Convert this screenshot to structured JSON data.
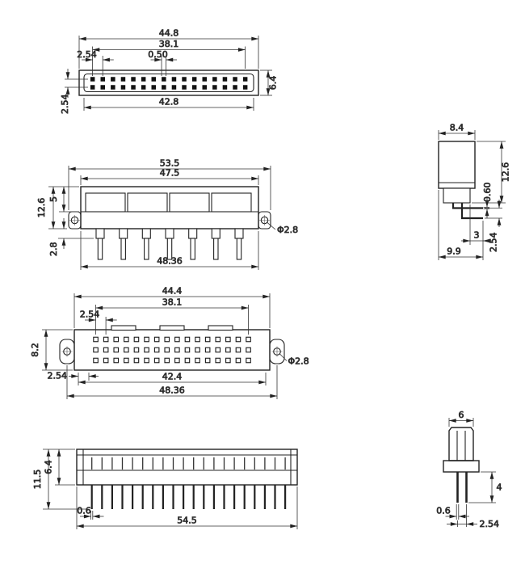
{
  "drawing": {
    "background": "#ffffff",
    "line_color": "#222222",
    "views": {
      "v1": {
        "label": "receptacle-top-view-2-row",
        "dims": {
          "overall": "44.8",
          "span": "38.1",
          "pitch": "2.54",
          "hole": "0.50",
          "row_pitch": "2.54",
          "height": "6.4",
          "opening": "42.8"
        }
      },
      "v2": {
        "label": "right-angle-front-view",
        "dims": {
          "overall": "53.5",
          "body": "47.5",
          "height": "12.6",
          "upper": "5",
          "tail": "2.8",
          "span": "48.36",
          "hole_dia": "Φ2.8"
        }
      },
      "v2s": {
        "label": "right-angle-side-view",
        "dims": {
          "depth": "8.4",
          "height": "12.6",
          "pin_thickness": "0.60",
          "tail": "3",
          "row_pitch": "2.54",
          "reach": "9.9"
        }
      },
      "v3": {
        "label": "receptacle-top-view-3-row",
        "dims": {
          "overall": "44.4",
          "span": "38.1",
          "pitch": "2.54",
          "depth": "8.2",
          "edge": "2.54",
          "opening": "42.4",
          "mount_span": "48.36",
          "hole_dia": "Φ2.8"
        }
      },
      "v4": {
        "label": "header-side-view",
        "dims": {
          "total_height": "11.5",
          "body_height": "6.4",
          "pin_width": "0.6",
          "length": "54.5"
        }
      },
      "v4s": {
        "label": "header-end-view",
        "dims": {
          "width": "6",
          "pin_length": "4",
          "pin_width": "0.6",
          "row_pitch": "2.54"
        }
      }
    }
  }
}
